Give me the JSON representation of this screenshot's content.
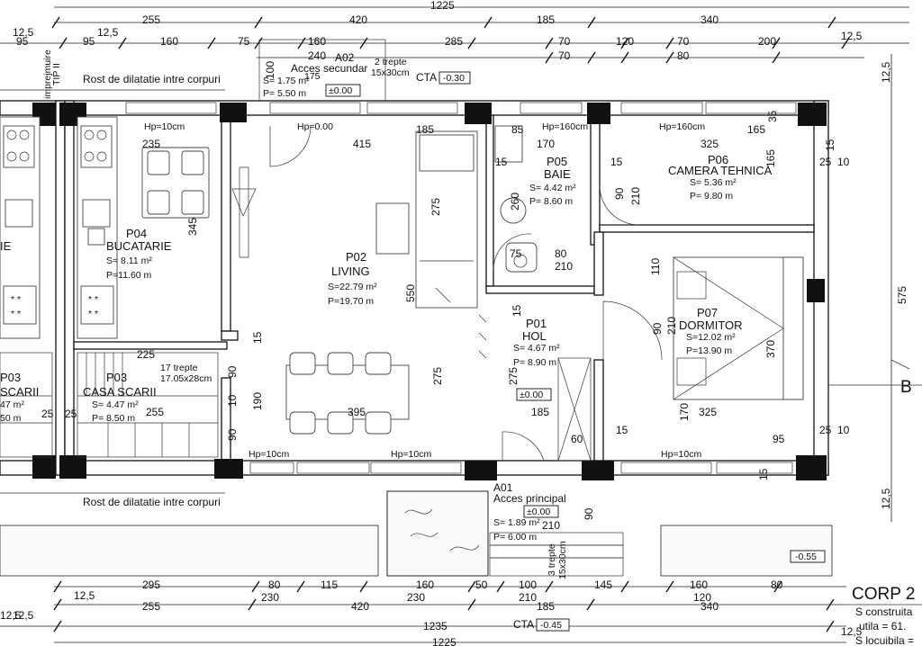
{
  "dims_top": {
    "row0": [
      "1225"
    ],
    "row1": [
      "255",
      "420",
      "185",
      "340"
    ],
    "row2": [
      "12,5",
      "95",
      "95",
      "12,5",
      "160",
      "75",
      "160",
      "285",
      "70",
      "120",
      "70",
      "200",
      "12,5"
    ],
    "row3": [
      "240",
      "175",
      "70",
      "80"
    ]
  },
  "dims_bottom": {
    "row1": [
      "12,5",
      "295",
      "80",
      "115",
      "160",
      "50",
      "100",
      "145",
      "160",
      "80"
    ],
    "row2": [
      "12,5",
      "255",
      "420",
      "185",
      "340"
    ],
    "row3": [
      "12,5",
      "1235",
      "12,5"
    ],
    "row4": [
      "1225"
    ]
  },
  "dims_right": [
    "12,5",
    "575",
    "12,5"
  ],
  "rooms": [
    {
      "code": "P02",
      "name": "LIVING",
      "area": "S=22.79 m²",
      "perimeter": "P=19.70 m"
    },
    {
      "code": "P04",
      "name": "BUCATARIE",
      "area": "S= 8.11 m²",
      "perimeter": "P=11.60 m"
    },
    {
      "code": "P03",
      "name": "CASA SCARII",
      "area": "S= 4.47 m²",
      "perimeter": "P= 8.50 m"
    },
    {
      "code": "P05",
      "name": "BAIE",
      "area": "S= 4.42 m²",
      "perimeter": "P= 8.60 m"
    },
    {
      "code": "P06",
      "name": "CAMERA TEHNICA",
      "area": "S= 5.36 m²",
      "perimeter": "P= 9.80 m"
    },
    {
      "code": "P01",
      "name": "HOL",
      "area": "S= 4.67 m²",
      "perimeter": "P= 8.90 m"
    },
    {
      "code": "P07",
      "name": "DORMITOR",
      "area": "S=12.02 m²",
      "perimeter": "P=13.90 m"
    },
    {
      "code": "A01",
      "name": "Acces principal",
      "area": "S= 1.89 m²",
      "perimeter": "P= 6.00 m"
    },
    {
      "code": "A02",
      "name": "Acces secundar",
      "area": "S= 1.75 m²",
      "perimeter": "P= 5.50 m"
    }
  ],
  "left_cut_room": {
    "code": "P03",
    "name": "SCARII",
    "area": "47 m²",
    "perimeter": "50 m",
    "kitchen_tail": "IE"
  },
  "levels": {
    "acces_secundar": "±0.00",
    "hol": "±0.00",
    "acces_principal": "±0.00",
    "cta_top": "CTA",
    "cta_top_val": "-0.30",
    "cta_bottom": "CTA",
    "cta_bottom_val": "-0.45",
    "right_terrain": "-0.55"
  },
  "labels": {
    "rost_top": "Rost de dilatatie intre corpuri",
    "rost_bottom": "Rost de dilatatie intre corpuri",
    "impreimure": "imprejmuire",
    "tip": "TIP II",
    "trepte_top": "2 trepte",
    "trepte_top_size": "15x30cm",
    "trepte_stair": "17 trepte",
    "trepte_stair_size": "17.05x28cm",
    "trepte_bottom": "3 trepte",
    "trepte_bottom_size": "15x30cm",
    "section_mark": "B"
  },
  "hp_labels": [
    "Hp=10cm",
    "Hp=0.00",
    "Hp=160cm",
    "Hp=160cm",
    "Hp=10cm",
    "Hp=10cm",
    "Hp=10cm"
  ],
  "inner_dims": [
    "235",
    "415",
    "185",
    "85",
    "170",
    "325",
    "165",
    "15",
    "15",
    "25",
    "10",
    "345",
    "275",
    "550",
    "275",
    "275",
    "90",
    "210",
    "75",
    "80",
    "210",
    "110",
    "575",
    "90",
    "210",
    "370",
    "225",
    "255",
    "395",
    "190",
    "90",
    "90",
    "15",
    "10",
    "25",
    "25",
    "185",
    "60",
    "15",
    "170",
    "325",
    "25",
    "10",
    "95",
    "15",
    "15",
    "75",
    "210",
    "90",
    "15",
    "260",
    "15",
    "35"
  ],
  "corp": {
    "title": "CORP 2",
    "line1": "S construita",
    "line2": "utila = 61.",
    "line3": "S locuibila ="
  }
}
